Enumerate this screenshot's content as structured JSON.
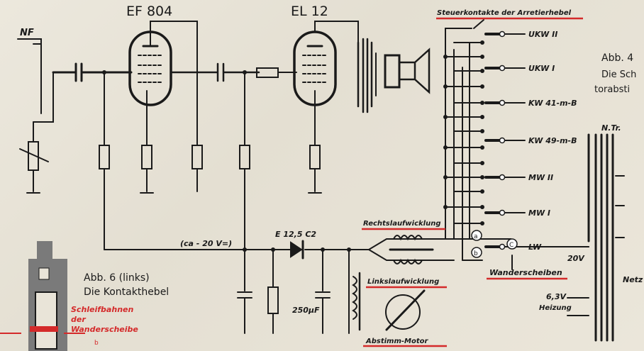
{
  "labels": {
    "nf": "NF",
    "tube1": "EF 804",
    "tube2": "EL 12",
    "steuer": "Steuerkontakte der Arretierhebel",
    "abb4_a": "Abb. 4",
    "abb4_b": "Die Sch",
    "abb4_c": "torabsti",
    "ntr": "N.Tr.",
    "netz": "Netz",
    "v20": "20V",
    "v63": "6,3V",
    "heizung": "Heizung",
    "rechts": "Rechtslaufwicklung",
    "links": "Linkslaufwicklung",
    "wander": "Wanderscheiben",
    "motor": "Abstimm-Motor",
    "ca20": "(ca - 20 V=)",
    "diode": "E 12,5 C2",
    "cap": "250µF",
    "abb6_a": "Abb. 6 (links)",
    "abb6_b": "Die Kontakthebel",
    "schleif_a": "Schleifbahnen",
    "schleif_b": "der",
    "schleif_c": "Wanderscheibe",
    "node_a": "a",
    "node_b": "b",
    "node_c": "C",
    "node_b2": "b"
  },
  "switch_labels": [
    "UKW II",
    "UKW I",
    "KW 41-m-B",
    "KW 49-m-B",
    "MW II",
    "MW I",
    "LW"
  ],
  "colors": {
    "ink": "#1a1a1a",
    "red": "#d42a2a",
    "paper": "#e9e4d8"
  }
}
